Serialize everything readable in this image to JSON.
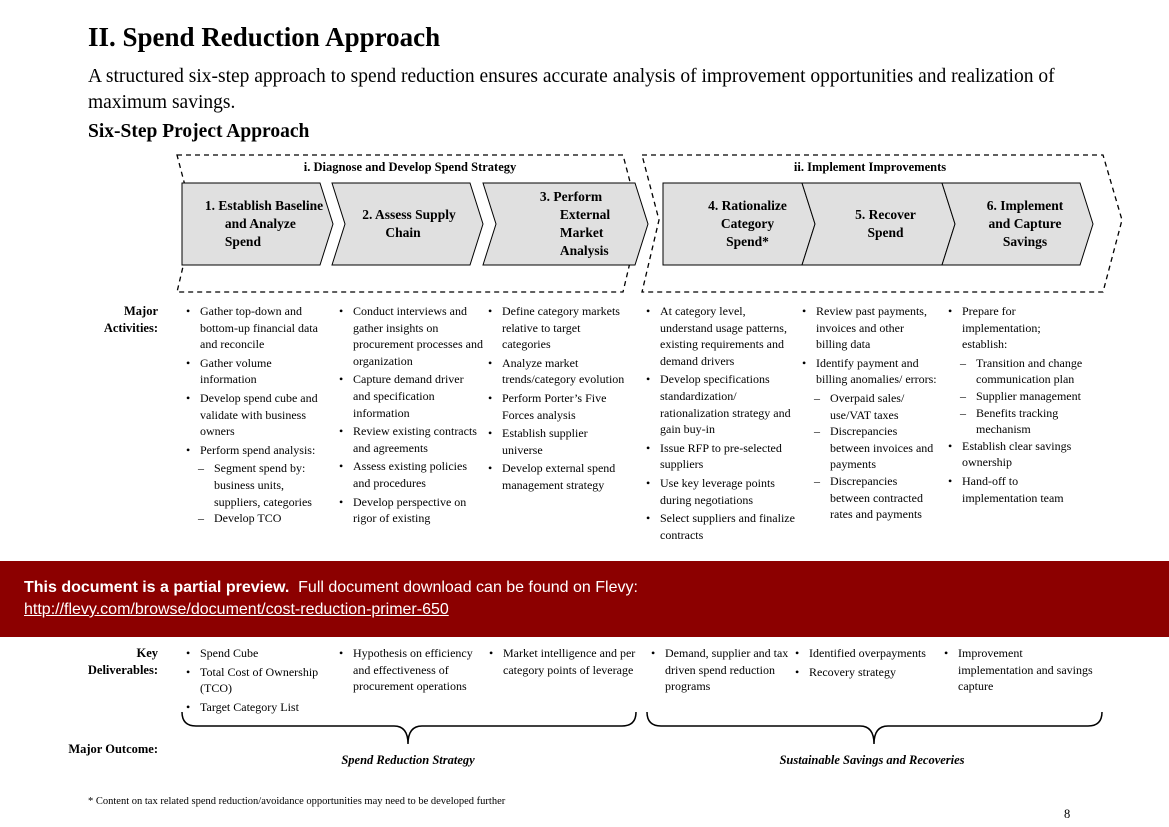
{
  "title": "II. Spend Reduction Approach",
  "subtitle": "A structured six-step approach to spend reduction ensures accurate analysis of improvement opportunities and realization of maximum savings.",
  "section_heading": "Six-Step Project Approach",
  "phases": [
    {
      "label": "i. Diagnose and Develop Spend Strategy"
    },
    {
      "label": "ii. Implement Improvements"
    }
  ],
  "steps": [
    {
      "lines": [
        "1.  Establish Baseline",
        "and Analyze",
        "Spend"
      ]
    },
    {
      "lines": [
        "2.  Assess Supply",
        "Chain"
      ]
    },
    {
      "lines": [
        "3.  Perform",
        "External",
        "Market",
        "Analysis"
      ]
    },
    {
      "lines": [
        "4.  Rationalize",
        "Category",
        "Spend*"
      ]
    },
    {
      "lines": [
        "5. Recover",
        "Spend"
      ]
    },
    {
      "lines": [
        "6. Implement",
        "and Capture",
        "Savings"
      ]
    }
  ],
  "row_labels": {
    "activities": "Major Activities:",
    "deliverables": "Key Deliverables:",
    "outcome": "Major Outcome:"
  },
  "activities": [
    [
      {
        "t": "b",
        "text": "Gather top-down and bottom-up financial data and reconcile"
      },
      {
        "t": "b",
        "text": "Gather volume information"
      },
      {
        "t": "b",
        "text": "Develop spend cube and validate with business owners"
      },
      {
        "t": "b",
        "text": "Perform spend analysis:"
      },
      {
        "t": "d",
        "text": "Segment spend by: business units, suppliers, categories"
      },
      {
        "t": "d",
        "text": "Develop TCO"
      }
    ],
    [
      {
        "t": "b",
        "text": "Conduct interviews and gather insights on procurement processes and organization"
      },
      {
        "t": "b",
        "text": "Capture demand driver and specification information"
      },
      {
        "t": "b",
        "text": "Review existing contracts and agreements"
      },
      {
        "t": "b",
        "text": "Assess existing policies and procedures"
      },
      {
        "t": "b",
        "text": "Develop perspective on rigor of existing"
      }
    ],
    [
      {
        "t": "b",
        "text": "Define category markets relative to target categories"
      },
      {
        "t": "b",
        "text": "Analyze market trends/category evolution"
      },
      {
        "t": "b",
        "text": "Perform Porter’s Five Forces analysis"
      },
      {
        "t": "b",
        "text": "Establish supplier universe"
      },
      {
        "t": "b",
        "text": "Develop external spend management strategy"
      }
    ],
    [
      {
        "t": "b",
        "text": "At category level, understand usage patterns, existing requirements and demand drivers"
      },
      {
        "t": "b",
        "text": "Develop specifications standardization/ rationalization strategy and gain buy-in"
      },
      {
        "t": "b",
        "text": "Issue RFP to pre-selected suppliers"
      },
      {
        "t": "b",
        "text": "Use key leverage points during negotiations"
      },
      {
        "t": "b",
        "text": "Select suppliers and finalize contracts"
      }
    ],
    [
      {
        "t": "b",
        "text": "Review past payments, invoices and other billing data"
      },
      {
        "t": "b",
        "text": "Identify payment and billing anomalies/ errors:"
      },
      {
        "t": "d",
        "text": "Overpaid sales/ use/VAT taxes"
      },
      {
        "t": "d",
        "text": "Discrepancies between invoices and payments"
      },
      {
        "t": "d",
        "text": "Discrepancies between contracted rates and payments"
      }
    ],
    [
      {
        "t": "b",
        "text": "Prepare for implementation; establish:"
      },
      {
        "t": "d",
        "text": "Transition and change communication plan"
      },
      {
        "t": "d",
        "text": "Supplier management"
      },
      {
        "t": "d",
        "text": "Benefits tracking mechanism"
      },
      {
        "t": "b",
        "text": "Establish clear savings ownership"
      },
      {
        "t": "b",
        "text": "Hand-off to implementation team"
      }
    ]
  ],
  "deliverables": [
    [
      "Spend Cube",
      "Total Cost of Ownership (TCO)",
      "Target Category List"
    ],
    [
      "Hypothesis on efficiency and effectiveness of procurement operations"
    ],
    [
      "Market intelligence and per category points of leverage"
    ],
    [
      "Demand, supplier and tax driven spend reduction programs"
    ],
    [
      "Identified overpayments",
      "Recovery strategy"
    ],
    [
      "Improvement implementation and savings capture"
    ]
  ],
  "outcomes": [
    "Spend Reduction Strategy",
    "Sustainable Savings and Recoveries"
  ],
  "footnote": "* Content on tax related spend reduction/avoidance opportunities may need to be developed further",
  "page_number": "8",
  "banner": {
    "bold": "This document is a partial preview.",
    "normal": "Full document download can be found on Flevy:",
    "link": "http://flevy.com/browse/document/cost-reduction-primer-650"
  },
  "colors": {
    "banner_bg": "#8c0000",
    "chevron_fill": "#e0e0e0",
    "text": "#000000"
  }
}
